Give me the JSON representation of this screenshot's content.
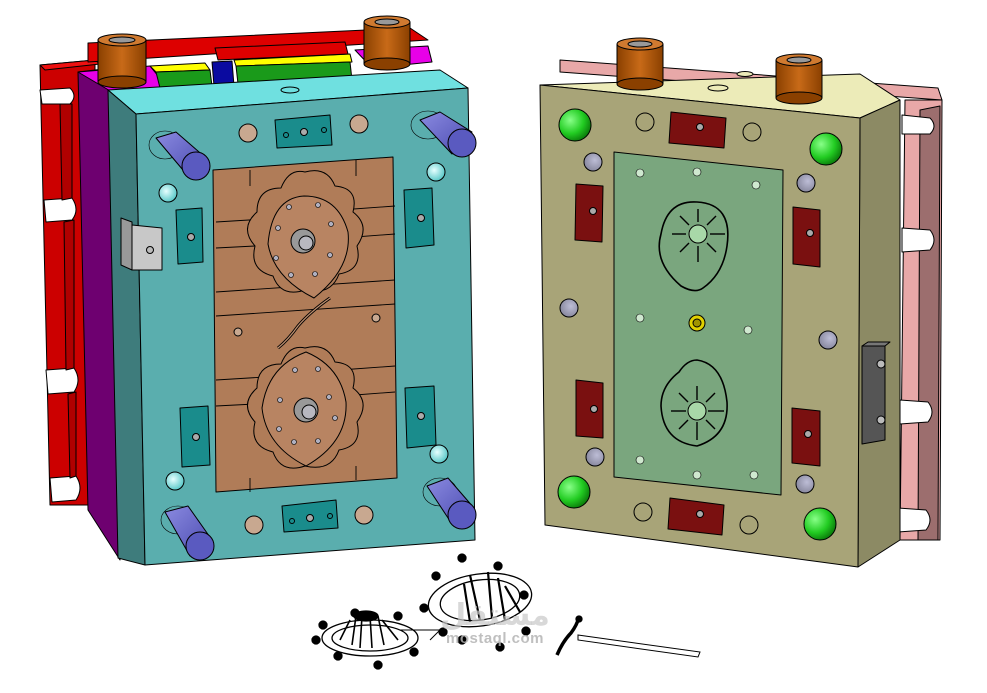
{
  "scene": {
    "description": "CAD rendering of a two-plate injection mold, opened, with molded parts",
    "background": "#ffffff"
  },
  "left_mold_half": {
    "name": "Core side (moving half)",
    "plate_color": "#5aaeae",
    "plate_top_color": "#6fe0e0",
    "plate_side_color": "#3e7c7c",
    "insert_color": "#b07c58",
    "clamp_plate_color": "#cc0000",
    "support_plate_color": "#6e0070",
    "spacer_top_color": "#e800e8",
    "leader_pin_color": "#6060c8",
    "sprue_bushing_color": "#c06010",
    "interlock_color": "#1a8c8c",
    "top_parts": [
      "#ffff00",
      "#1a9a1a",
      "#0a0aa0"
    ]
  },
  "right_mold_half": {
    "name": "Cavity side (fixed half)",
    "plate_color": "#a8a478",
    "plate_top_color": "#ecebb8",
    "plate_side_color": "#8c8a64",
    "insert_color": "#7aa67e",
    "clamp_plate_color": "#e8a8a8",
    "clamp_plate_side_color": "#9c6e6e",
    "bushing_color": "#22cc22",
    "interlock_color": "#7a1010",
    "sprue_color": "#e0d000",
    "latch_color": "#555555"
  },
  "molded_parts": {
    "items": [
      "Gear part A",
      "Gear part B",
      "Runner with sprue"
    ],
    "line_color": "#000000"
  },
  "watermark": {
    "arabic": "مستقل",
    "latin": "mostaql.com"
  }
}
